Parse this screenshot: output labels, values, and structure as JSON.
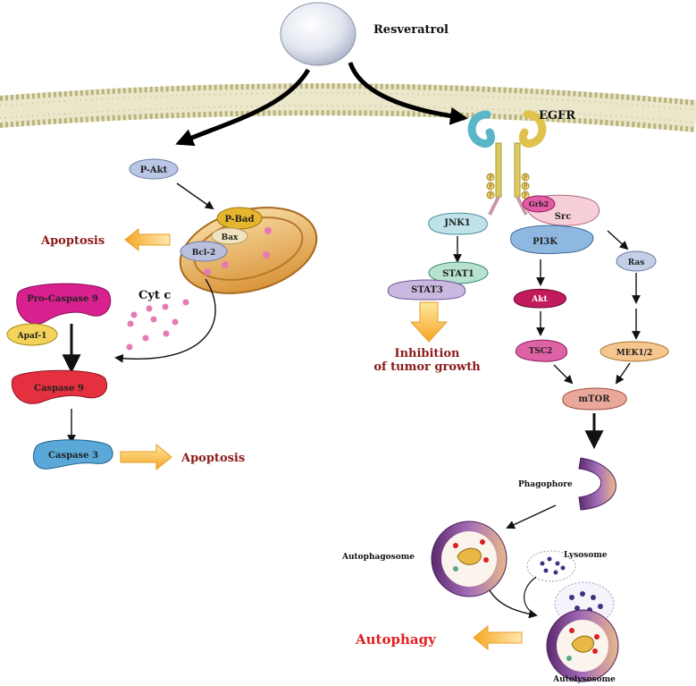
{
  "diagram": {
    "drug": "Resveratrol",
    "receptor": "EGFR",
    "phospho_tag": "P",
    "left": {
      "p_akt": "P-Akt",
      "p_bad": "P-Bad",
      "bax": "Bax",
      "bcl2": "Bcl-2",
      "cyt_c": "Cyt c",
      "apoptosis_top": "Apoptosis",
      "pro_caspase9": "Pro-Caspase 9",
      "apaf1": "Apaf-1",
      "caspase9": "Caspase 9",
      "caspase3": "Caspase 3",
      "apoptosis_bottom": "Apoptosis"
    },
    "middle": {
      "jnk1": "JNK1",
      "stat1": "STAT1",
      "stat3": "STAT3",
      "inhibition_line1": "Inhibition",
      "inhibition_line2": "of tumor growth"
    },
    "right": {
      "grb2": "Grb2",
      "src": "Src",
      "pi3k": "PI3K",
      "ras": "Ras",
      "akt": "Akt",
      "tsc2": "TSC2",
      "mek": "MEK1/2",
      "mtor": "mTOR",
      "phagophore": "Phagophore",
      "autophagosome": "Autophagosome",
      "lysosome": "Lysosome",
      "autolysosome": "Autolysosome",
      "autophagy": "Autophagy"
    },
    "colors": {
      "apoptosis_text": "#8b1a1a",
      "autophagy_text": "#e02020",
      "arrow_orange": "#f5a623",
      "membrane": "#e8e4b8"
    }
  }
}
